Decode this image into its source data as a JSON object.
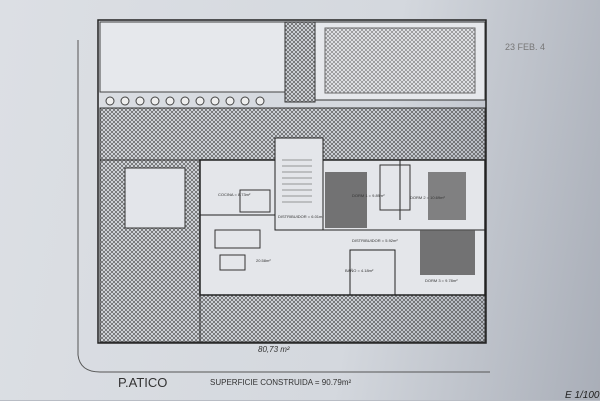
{
  "plan": {
    "title": "P.ATICO",
    "surface": "SUPERFICIE CONSTRUIDA = 90.79m²",
    "handwritten_area": "80,73 m²",
    "handwritten_scale": "E 1/100",
    "stamp": "23 FEB. 4",
    "rooms": [
      {
        "label": "COCINA = 8.73m²"
      },
      {
        "label": "DISTRIBUIDOR = 6.01m²"
      },
      {
        "label": "DORM 1 = 9.89m²"
      },
      {
        "label": "DORM 2 = 10.69m²"
      },
      {
        "label": "DISTRIBUIDOR = 5.92m²"
      },
      {
        "label": "BAÑO = 4.18m²"
      },
      {
        "label": "DORM 3 = 9.78m²"
      },
      {
        "label": "20.58m²"
      }
    ]
  }
}
